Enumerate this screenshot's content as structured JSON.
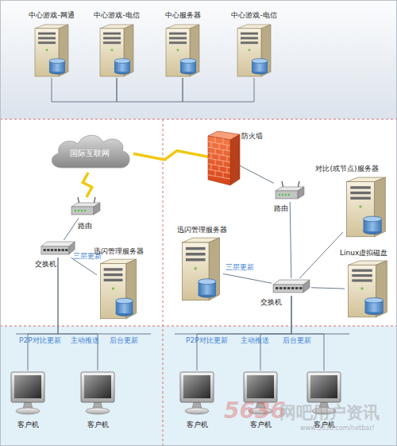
{
  "diagram": {
    "nodes": [
      {
        "text": [
          "中心游戏-网通"
        ]
      },
      {
        "text": [
          "中心游戏-电信"
        ]
      },
      {
        "text": [
          "中心服务器"
        ]
      },
      {
        "text": [
          "中心游戏-电信"
        ]
      },
      {
        "text": [
          "国际互联网"
        ]
      },
      {
        "text": [
          "防火墙"
        ]
      },
      {
        "text": [
          "对比(或节点)服务器"
        ]
      },
      {
        "text": [
          "路由"
        ]
      },
      {
        "text": [
          "路由"
        ]
      },
      {
        "text": [
          "交换机"
        ]
      },
      {
        "text": [
          "迅闪管理服务器"
        ]
      },
      {
        "text": [
          "迅闪管理服务器"
        ]
      },
      {
        "text": [
          "Linux虚拟磁盘"
        ]
      },
      {
        "text": [
          "交换机"
        ]
      },
      {
        "text": [
          "客户机"
        ]
      },
      {
        "text": [
          "客户机"
        ]
      },
      {
        "text": [
          "客户机"
        ]
      },
      {
        "text": [
          "客户机"
        ]
      },
      {
        "text": [
          "客户机"
        ]
      }
    ],
    "edges": [
      {
        "from": 0,
        "to": 1,
        "arrow": "none"
      },
      {
        "from": 1,
        "to": 2,
        "arrow": "none"
      },
      {
        "from": 2,
        "to": 3,
        "arrow": "none"
      },
      {
        "from": 4,
        "to": 5,
        "arrow": "none"
      },
      {
        "from": 4,
        "to": 8,
        "arrow": "none"
      },
      {
        "from": 5,
        "to": 7,
        "arrow": "none"
      },
      {
        "from": 7,
        "to": 13,
        "arrow": "none"
      },
      {
        "from": 8,
        "to": 9,
        "arrow": "none"
      },
      {
        "from": 9,
        "to": 10,
        "label": "三层更新",
        "arrow": "none"
      },
      {
        "from": 13,
        "to": 11,
        "label": "三层更新",
        "arrow": "none"
      },
      {
        "from": 13,
        "to": 6,
        "arrow": "none"
      },
      {
        "from": 13,
        "to": 12,
        "arrow": "none"
      },
      {
        "from": 9,
        "to": 14,
        "arrow": "none"
      },
      {
        "from": 9,
        "to": 15,
        "arrow": "none"
      },
      {
        "from": 13,
        "to": 16,
        "arrow": "none"
      },
      {
        "from": 13,
        "to": 17,
        "arrow": "none"
      },
      {
        "from": 13,
        "to": 18,
        "arrow": "none"
      }
    ],
    "labels": [
      "P2P对比更新 主动推送 后台更新",
      "P2P对比更新 主动推送 后台更新",
      "5636",
      "网吧用户资讯",
      "www.5636.com/netbar/"
    ]
  }
}
